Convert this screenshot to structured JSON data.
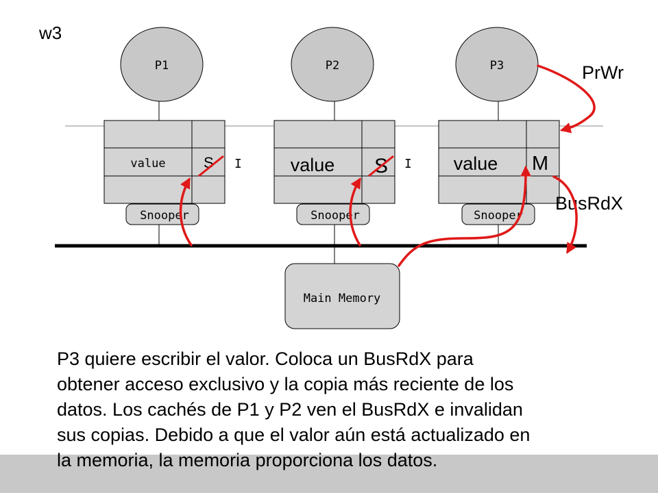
{
  "slide": {
    "label": "w3",
    "description": "P3 quiere escribir el valor. Coloca un BusRdX para\nobtener acceso exclusivo y la copia más reciente de los\ndatos. Los cachés de P1 y P2 ven el BusRdX e invalidan\nsus copias. Debido a que el valor aún está actualizado en\nla memoria, la memoria proporciona los datos."
  },
  "processors": [
    {
      "name": "P1",
      "cache_value": "value",
      "cache_state": "S",
      "new_state": "I",
      "snooper": "Snooper"
    },
    {
      "name": "P2",
      "cache_value": "value",
      "cache_state": "S",
      "new_state": "I",
      "snooper": "Snooper"
    },
    {
      "name": "P3",
      "cache_value": "value",
      "cache_state": "M",
      "snooper": "Snooper"
    }
  ],
  "memory": {
    "label": "Main Memory"
  },
  "annotations": {
    "processor_write": "PrWr",
    "bus_transaction": "BusRdX"
  },
  "colors": {
    "processor_fill": "#c8c8c8",
    "cache_fill": "#d4d4d4",
    "snooper_fill": "#d4d4d4",
    "memory_fill": "#d4d4d4",
    "arrow": "#e01818",
    "bus": "#000000",
    "footer": "#c8c8c8"
  }
}
